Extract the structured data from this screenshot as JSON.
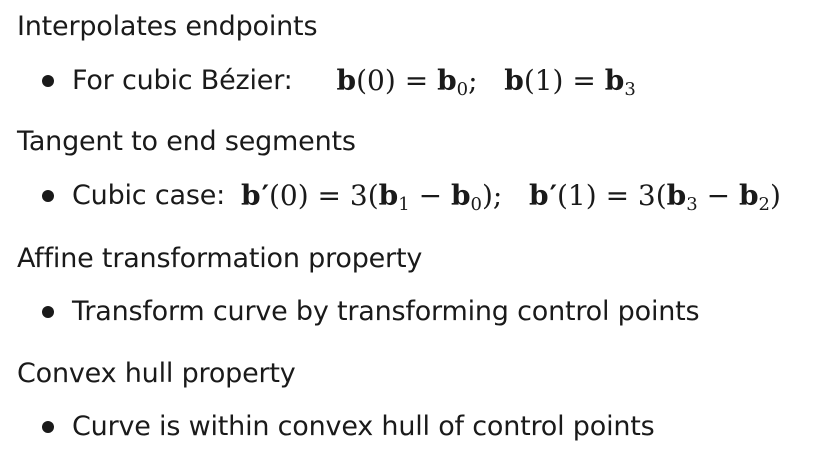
{
  "sections": [
    {
      "heading": "Interpolates endpoints",
      "bullet": "For cubic Bézier:"
    },
    {
      "heading": "Tangent to end segments",
      "bullet": "Cubic case:"
    },
    {
      "heading": "Affine transformation property",
      "bullet": "Transform curve by transforming control points"
    },
    {
      "heading": "Convex hull property",
      "bullet": "Curve is within convex hull of control points"
    }
  ],
  "math": {
    "interpolation": {
      "lhs1": "b",
      "arg1": "(0) = ",
      "rhs1": "b",
      "sub1": "0",
      "sep": ";   ",
      "lhs2": "b",
      "arg2": "(1) = ",
      "rhs2": "b",
      "sub2": "3"
    },
    "tangent": {
      "lhs1": "b",
      "prime1": "′",
      "arg1": "(0) = 3(",
      "a1": "b",
      "a1sub": "1",
      "minus1": " − ",
      "a2": "b",
      "a2sub": "0",
      "close1": ");   ",
      "lhs2": "b",
      "prime2": "′",
      "arg2": "(1) = 3(",
      "b1": "b",
      "b1sub": "3",
      "minus2": " − ",
      "b2": "b",
      "b2sub": "2",
      "close2": ")"
    }
  }
}
